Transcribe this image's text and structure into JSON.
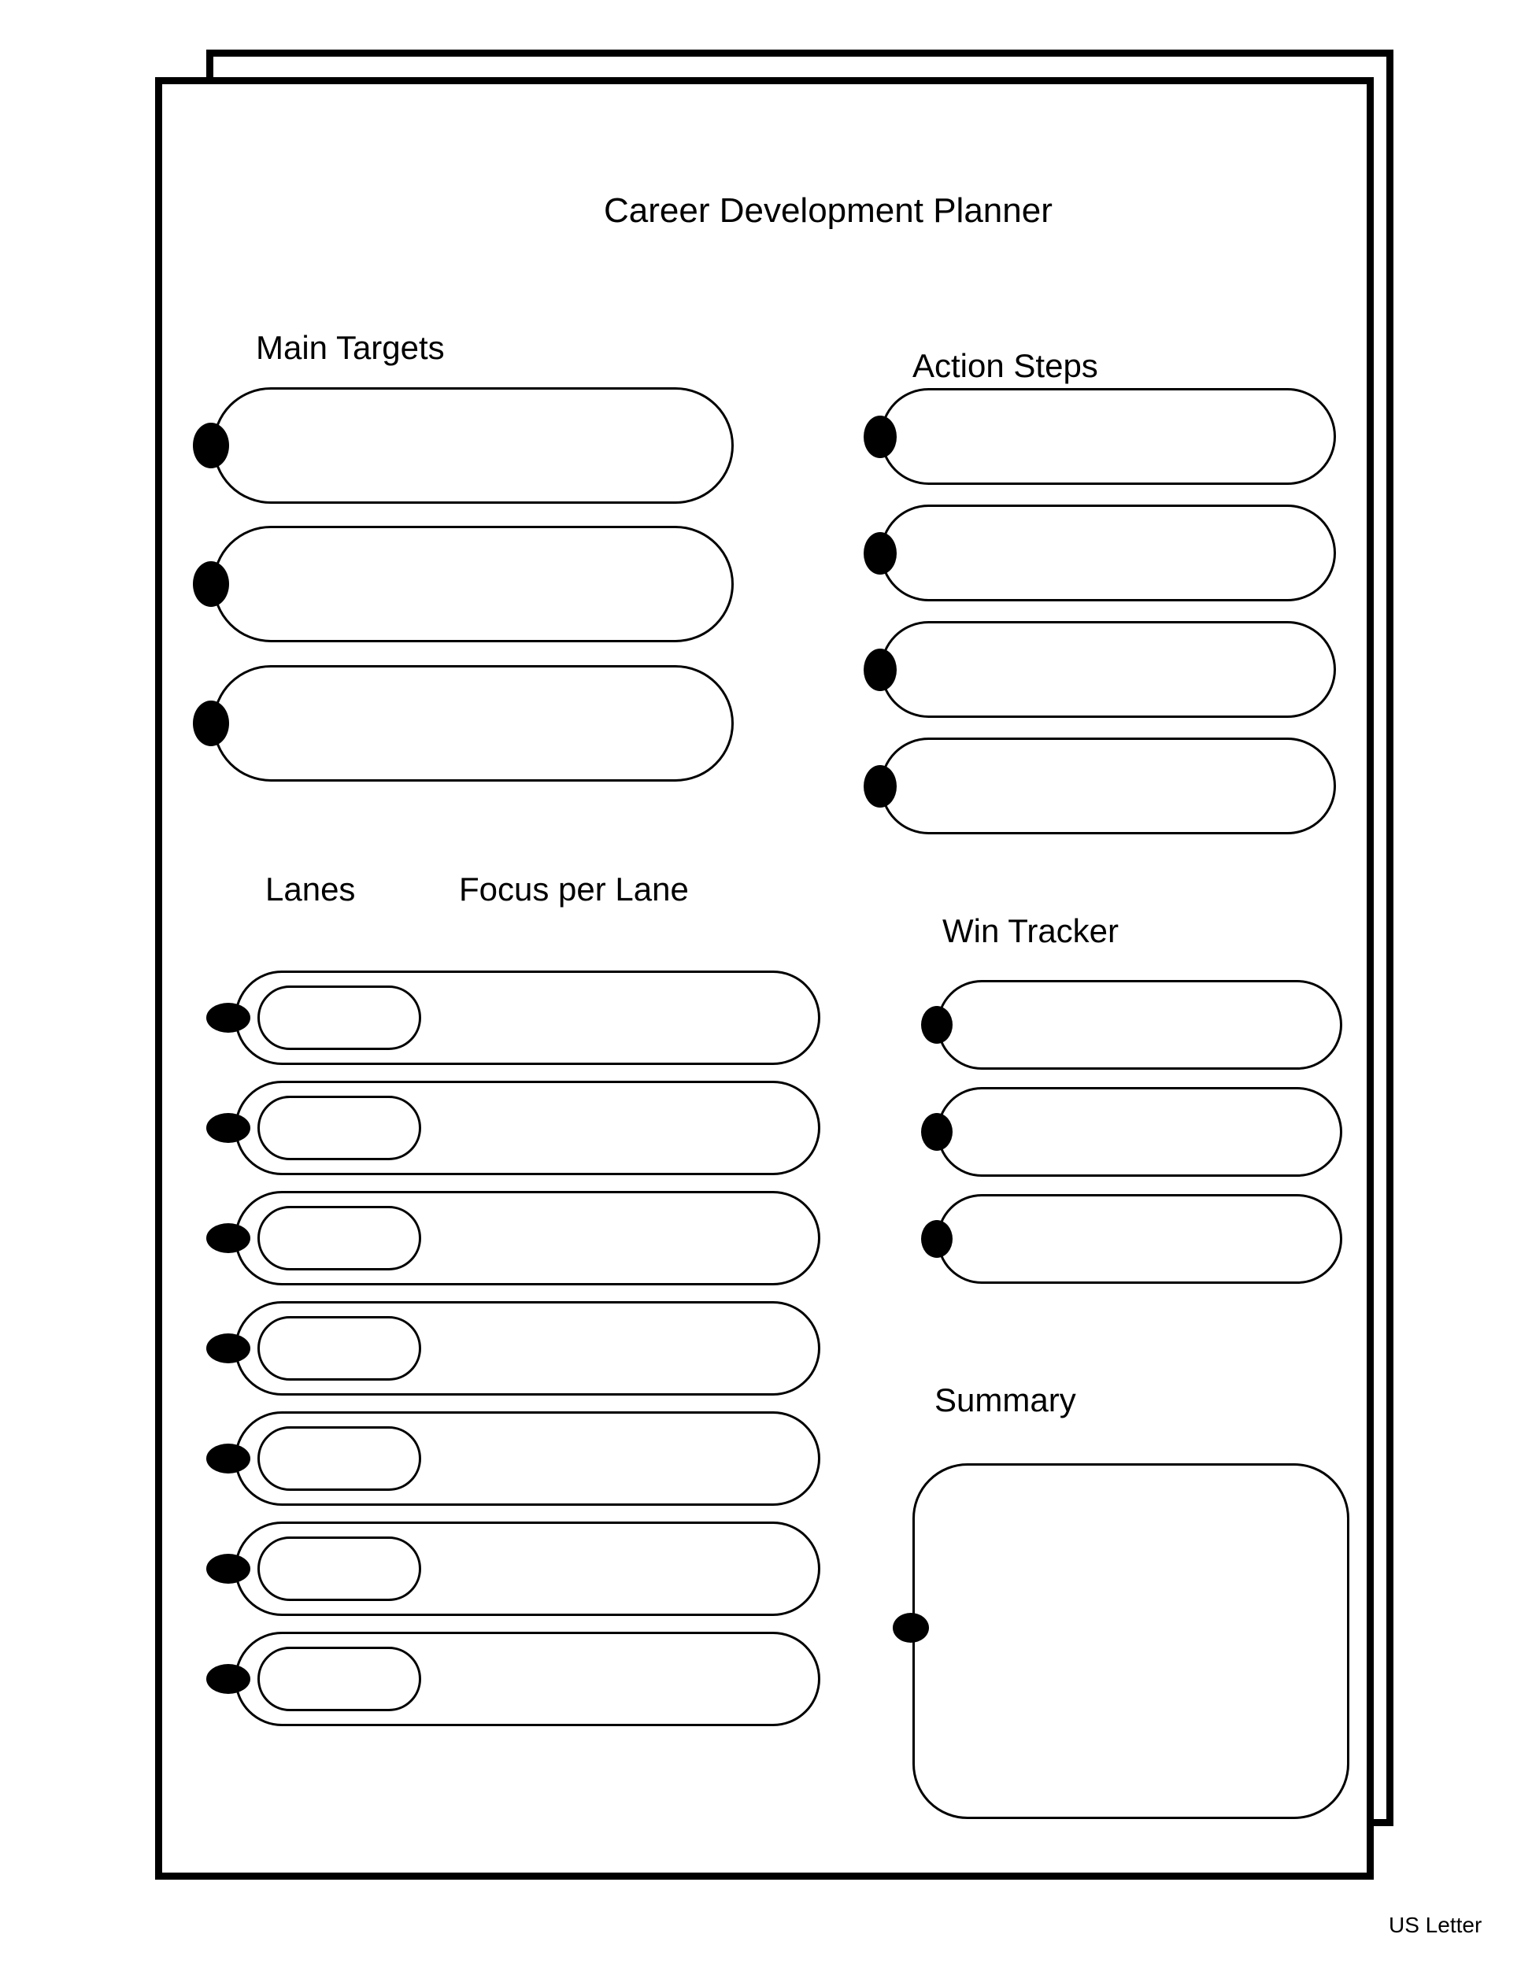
{
  "page": {
    "title": "Career Development Planner",
    "paper_size_label": "US Letter"
  },
  "main_targets": {
    "heading": "Main Targets"
  },
  "action_steps": {
    "heading": "Action Steps"
  },
  "lanes": {
    "heading": "Lanes",
    "focus_heading": "Focus per Lane"
  },
  "win_tracker": {
    "heading": "Win Tracker"
  },
  "summary": {
    "heading": "Summary"
  },
  "colors": {
    "ink": "#000000",
    "paper": "#ffffff"
  }
}
